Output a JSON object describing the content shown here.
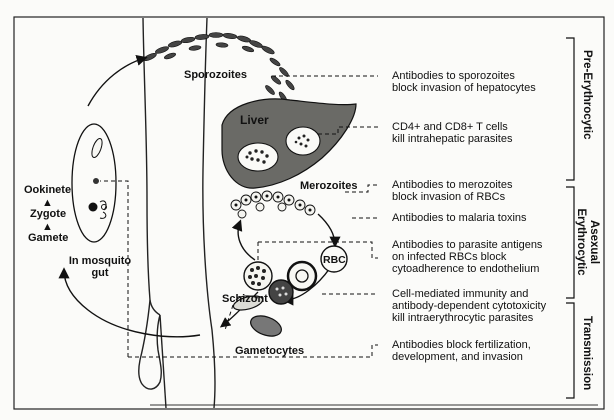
{
  "lifecycle": {
    "sporozoites": "Sporozoites",
    "liver": "Liver",
    "merozoites": "Merozoites",
    "rbc": "RBC",
    "schizont": "Schizont",
    "gametocytes": "Gametocytes",
    "mosquito": {
      "ookinete": "Ookinete",
      "zygote": "Zygote",
      "gamete": "Gamete",
      "caption_line1": "In mosquito",
      "caption_line2": "gut"
    }
  },
  "annotations": {
    "a1_line1": "Antibodies to sporozoites",
    "a1_line2": "block invasion of hepatocytes",
    "a2_line1": "CD4+ and CD8+ T cells",
    "a2_line2": "kill intrahepatic parasites",
    "a3_line1": "Antibodies to merozoites",
    "a3_line2": "block invasion of RBCs",
    "a4": "Antibodies to malaria toxins",
    "a5_line1": "Antibodies to parasite antigens",
    "a5_line2": "on infected RBCs block",
    "a5_line3": "cytoadherence to endothelium",
    "a6_line1": "Cell-mediated immunity and",
    "a6_line2": "antibody-dependent cytotoxicity",
    "a6_line3": "kill intraerythrocytic parasites",
    "a7_line1": "Antibodies block fertilization,",
    "a7_line2": "development, and invasion"
  },
  "stages": {
    "pre_erythrocytic": "Pre-Erythrocytic",
    "asexual_line1": "Asexual",
    "asexual_line2": "Erythrocytic",
    "transmission": "Transmission"
  }
}
